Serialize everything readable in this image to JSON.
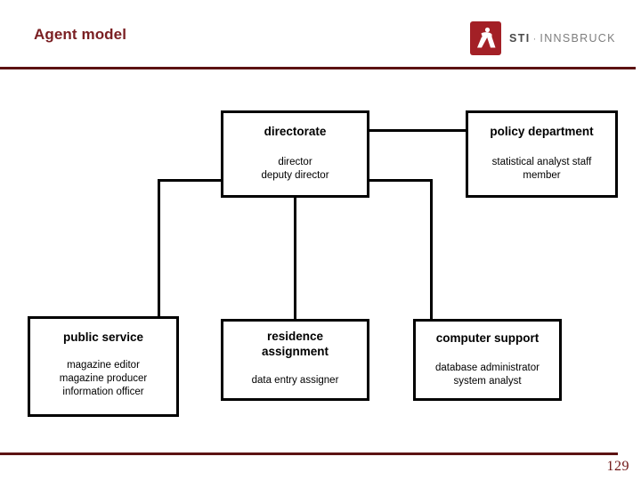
{
  "slide": {
    "title": "Agent model",
    "page_number": "129",
    "accent_color": "#5c1212",
    "title_color": "#7a1f22",
    "logo": {
      "mark_color": "#a32026",
      "mark_icon": "person-figure-icon",
      "wordmark_primary": "STI",
      "wordmark_separator": "·",
      "wordmark_secondary": "INNSBRUCK"
    }
  },
  "diagram": {
    "type": "org-chart",
    "nodes": [
      {
        "id": "directorate",
        "title": "directorate",
        "roles": [
          "director",
          "deputy director"
        ]
      },
      {
        "id": "policy-department",
        "title": "policy department",
        "roles": [
          "statistical analyst staff",
          "member"
        ]
      },
      {
        "id": "public-service",
        "title": "public service",
        "roles": [
          "magazine editor",
          "magazine producer",
          "information officer"
        ]
      },
      {
        "id": "residence-assignment",
        "title": "residence\nassignment",
        "title_line1": "residence",
        "title_line2": "assignment",
        "roles": [
          "data entry assigner"
        ]
      },
      {
        "id": "computer-support",
        "title": "computer support",
        "roles": [
          "database administrator",
          "system analyst"
        ]
      }
    ],
    "edges": [
      {
        "from": "directorate",
        "to": "policy-department"
      },
      {
        "from": "directorate",
        "to": "public-service"
      },
      {
        "from": "directorate",
        "to": "residence-assignment"
      },
      {
        "from": "directorate",
        "to": "computer-support"
      }
    ]
  }
}
